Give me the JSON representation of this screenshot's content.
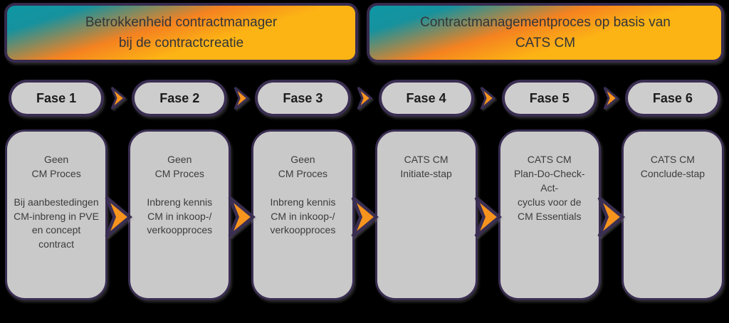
{
  "diagram": {
    "banners": [
      {
        "text": "Betrokkenheid contractmanager\nbij de contractcreatie"
      },
      {
        "text": "Contractmanagementproces op basis van\nCATS CM"
      }
    ],
    "phases": [
      {
        "label": "Fase 1",
        "content": "Geen\nCM Proces\n\nBij aanbestedingen\nCM-inbreng in PVE\nen concept contract"
      },
      {
        "label": "Fase 2",
        "content": "Geen\nCM Proces\n\nInbreng kennis\nCM in inkoop-/\nverkoopproces"
      },
      {
        "label": "Fase 3",
        "content": "Geen\nCM Proces\n\nInbreng kennis\nCM in inkoop-/\nverkoopproces"
      },
      {
        "label": "Fase 4",
        "content": "CATS CM\nInitiate-stap"
      },
      {
        "label": "Fase 5",
        "content": "CATS CM\nPlan-Do-Check-Act-\ncyclus voor de\nCM Essentials"
      },
      {
        "label": "Fase 6",
        "content": "CATS CM\nConclude-stap"
      }
    ],
    "colors": {
      "background": "#000000",
      "banner_teal": "#0E97A4",
      "banner_orange": "#F58220",
      "banner_amber": "#FCB414",
      "arrow_orange": "#F7941E",
      "border_purple": "#3A2E52",
      "pill_fill": "#CECDCD",
      "box_fill": "#CAC9C9",
      "banner_text": "#323538",
      "box_text": "#3C3C3C"
    }
  }
}
